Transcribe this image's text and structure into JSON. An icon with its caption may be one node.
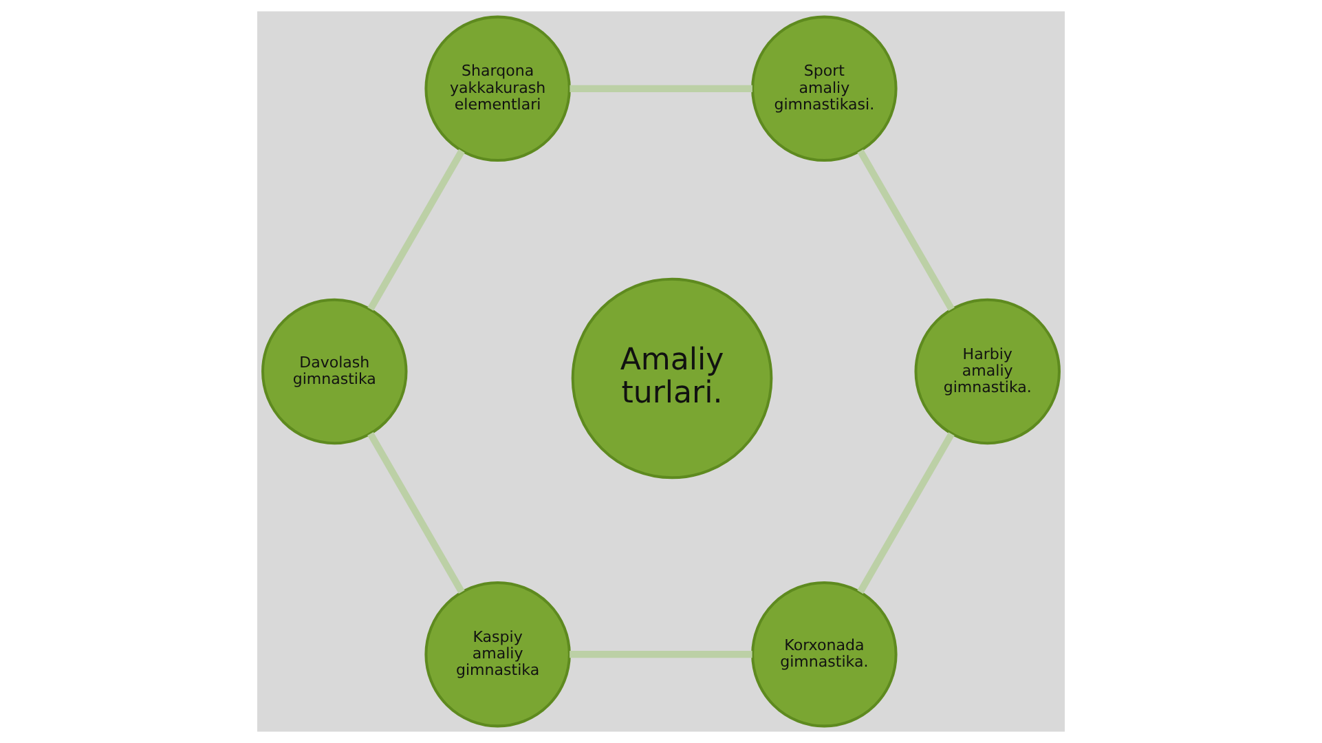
{
  "diagram": {
    "nodes": [
      {
        "text": [
          "Amaliy turlari."
        ]
      },
      {
        "text": [
          "Korxonada gimnastika."
        ]
      },
      {
        "text": [
          "Kaspiy amaliy gimnastika"
        ]
      },
      {
        "text": [
          "Davolash gimnastika"
        ]
      },
      {
        "text": [
          "Sharqona yakkakurash elementlari"
        ]
      },
      {
        "text": [
          "Sport amaliy gimnastikasi."
        ]
      },
      {
        "text": [
          "Harbiy amaliy gimnastika."
        ]
      }
    ],
    "edges": [
      {
        "from": 1,
        "to": 2,
        "arrow": "none"
      },
      {
        "from": 2,
        "to": 3,
        "arrow": "none"
      },
      {
        "from": 3,
        "to": 4,
        "arrow": "none"
      },
      {
        "from": 4,
        "to": 5,
        "arrow": "none"
      },
      {
        "from": 5,
        "to": 6,
        "arrow": "none"
      },
      {
        "from": 6,
        "to": 1,
        "arrow": "none"
      }
    ]
  }
}
